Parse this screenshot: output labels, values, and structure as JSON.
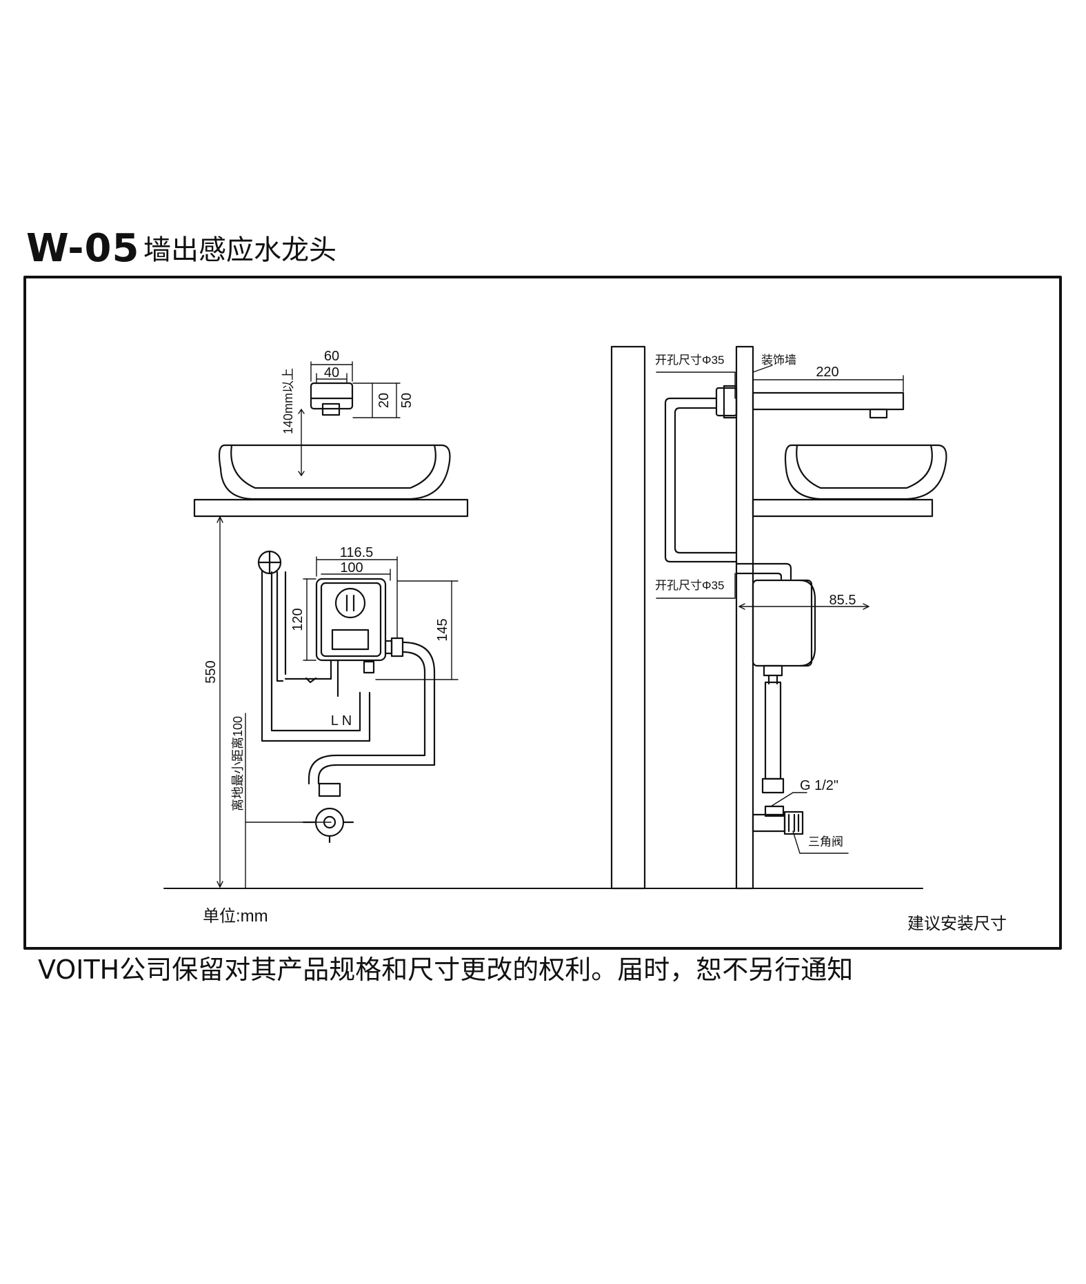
{
  "header": {
    "model": "W-05",
    "product_name": "墙出感应水龙头"
  },
  "left_view": {
    "dim_faucet_width_outer": "60",
    "dim_faucet_width_inner": "40",
    "dim_faucet_height_inner": "20",
    "dim_faucet_height_outer": "50",
    "dim_faucet_above_basin": "140mm以上",
    "dim_counter_height": "550",
    "dim_min_floor_distance": "离地最小距离100",
    "dim_box_width_outer": "116.5",
    "dim_box_width_inner": "100",
    "dim_box_height": "120",
    "dim_box_height_total": "145",
    "power_label": "L N",
    "unit_label": "单位:mm"
  },
  "right_view": {
    "hole_size_upper": "开孔尺寸Φ35",
    "decor_wall": "装饰墙",
    "dim_spout_length": "220",
    "hole_size_lower": "开孔尺寸Φ35",
    "dim_box_depth": "85.5",
    "thread_size": "G 1/2\"",
    "angle_valve": "三角阀",
    "caption": "建议安装尺寸"
  },
  "footer": {
    "notice": "VOITH公司保留对其产品规格和尺寸更改的权利。届时，恕不另行通知"
  }
}
